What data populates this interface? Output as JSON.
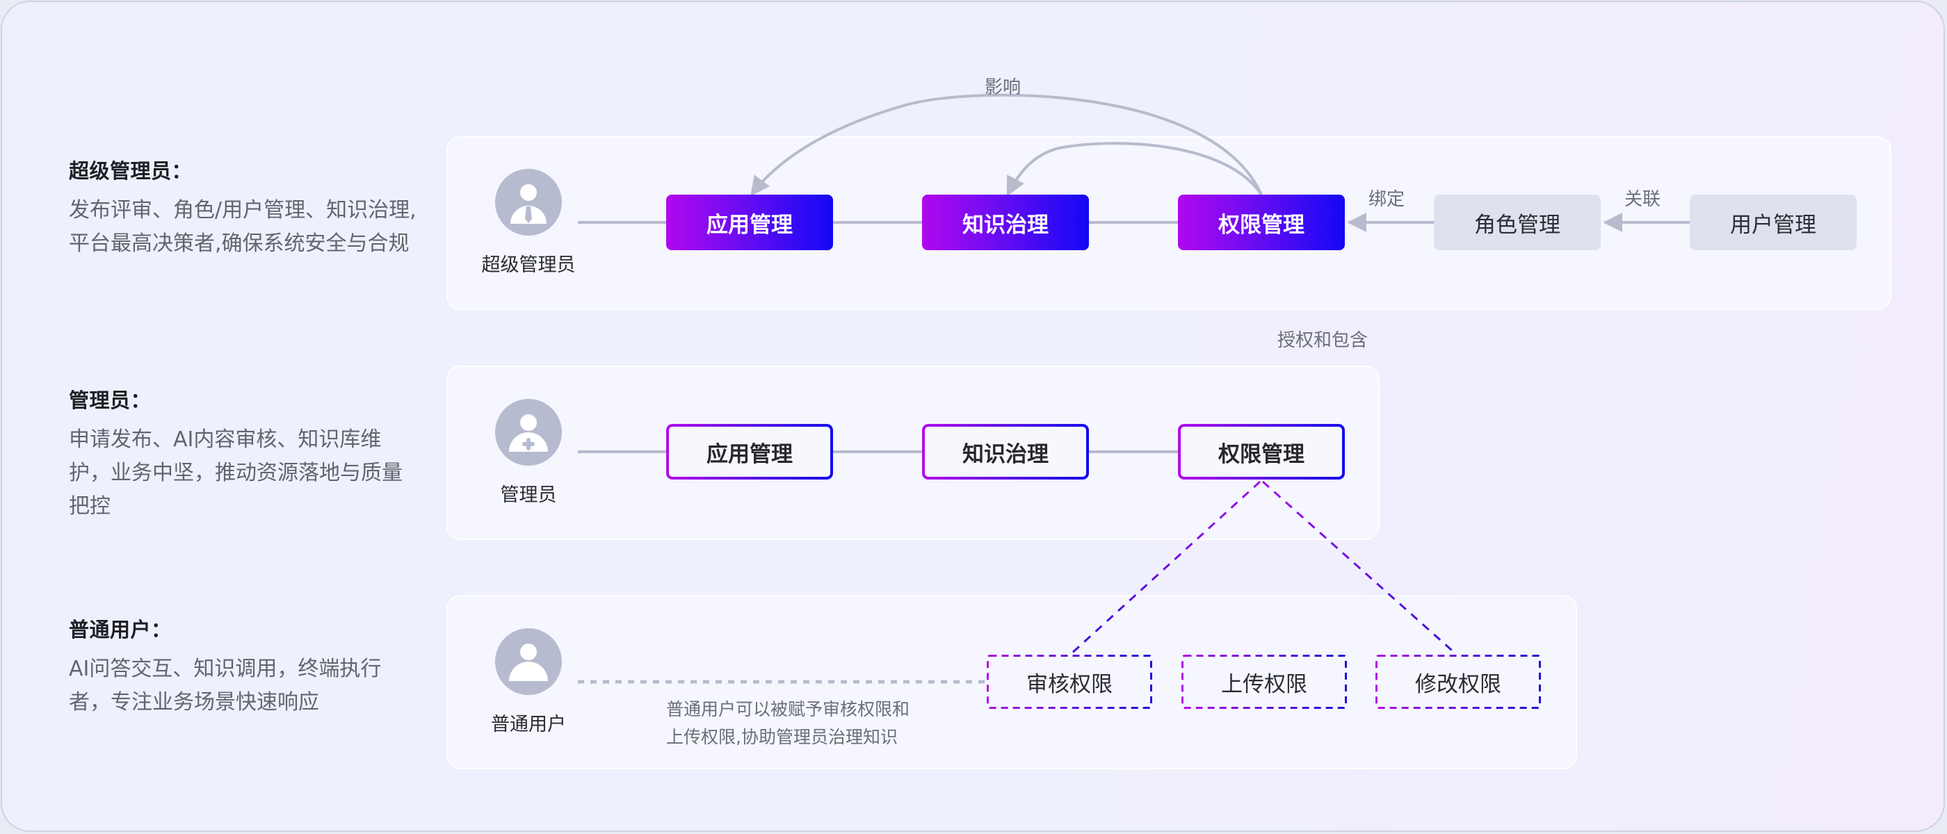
{
  "roles": [
    {
      "title": "超级管理员：",
      "description": "发布评审、角色/用户管理、知识治理,平台最高决策者,确保系统安全与合规",
      "avatar_label": "超级管理员",
      "avatar_icon": "user-tie-icon"
    },
    {
      "title": "管理员：",
      "description": "申请发布、AI内容审核、知识库维护，业务中坚，推动资源落地与质量把控",
      "avatar_label": "管理员",
      "avatar_icon": "user-plus-badge-icon"
    },
    {
      "title": "普通用户：",
      "description": "AI问答交互、知识调用，终端执行者，专注业务场景快速响应",
      "avatar_label": "普通用户",
      "avatar_icon": "user-icon"
    }
  ],
  "super_admin_row": {
    "modules": [
      "应用管理",
      "知识治理",
      "权限管理"
    ],
    "role_management": "角色管理",
    "user_management": "用户管理",
    "bind_label": "绑定",
    "associate_label": "关联",
    "influence_label": "影响"
  },
  "admin_row": {
    "modules": [
      "应用管理",
      "知识治理",
      "权限管理"
    ],
    "authorize_label": "授权和包含"
  },
  "user_row": {
    "permissions": [
      "审核权限",
      "上传权限",
      "修改权限"
    ],
    "note_line1": "普通用户可以被赋予审核权限和",
    "note_line2": "上传权限,协助管理员治理知识"
  },
  "colors": {
    "gradient_start": "#b108ee",
    "gradient_end": "#1308f5",
    "connector_gray": "#b7bbcc",
    "avatar_gray": "#b6bbcf",
    "gray_box": "#dee2ef"
  }
}
